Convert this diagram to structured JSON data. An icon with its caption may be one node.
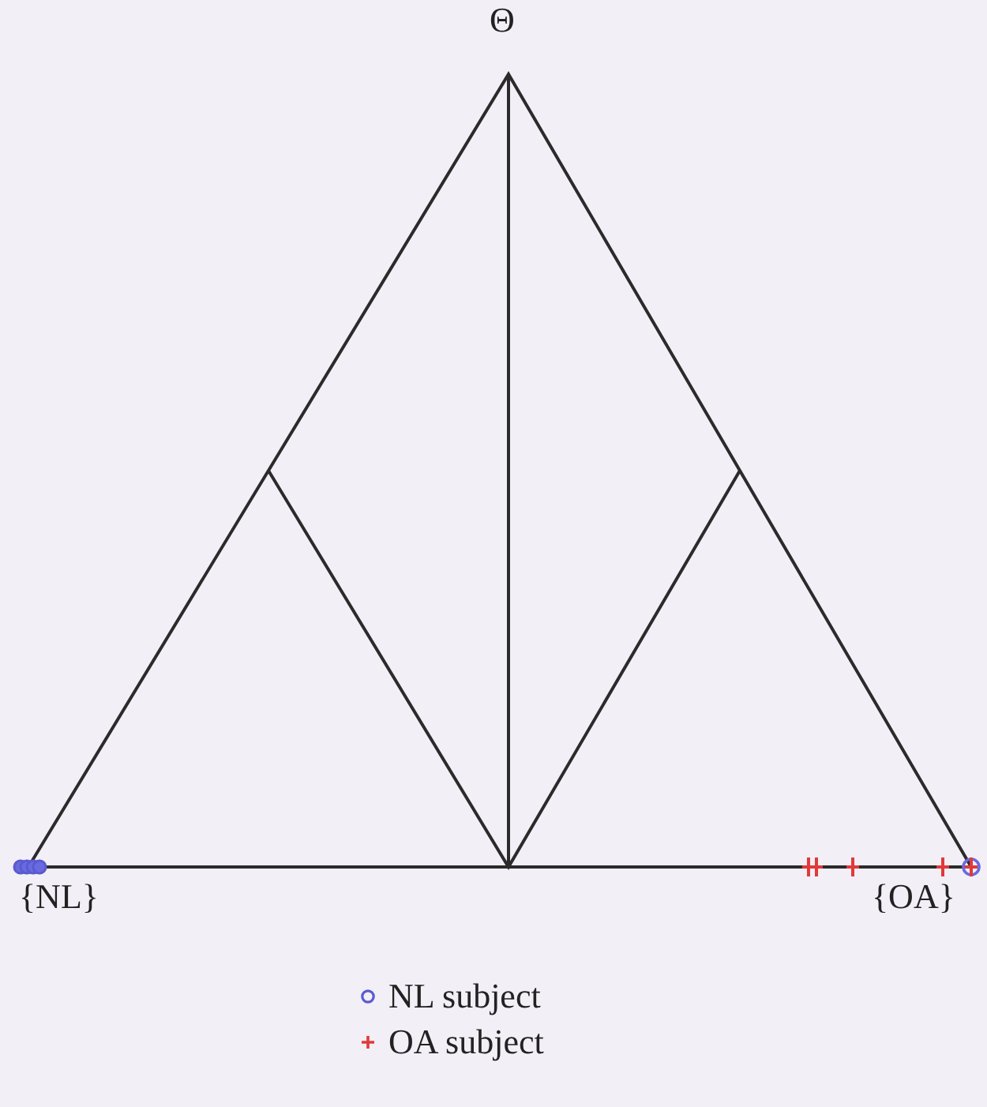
{
  "diagram": {
    "labels": [
      "Θ",
      "{NL}",
      "{OA}"
    ],
    "legend": [
      {
        "text": "NL subject"
      },
      {
        "text": "OA subject"
      }
    ]
  }
}
